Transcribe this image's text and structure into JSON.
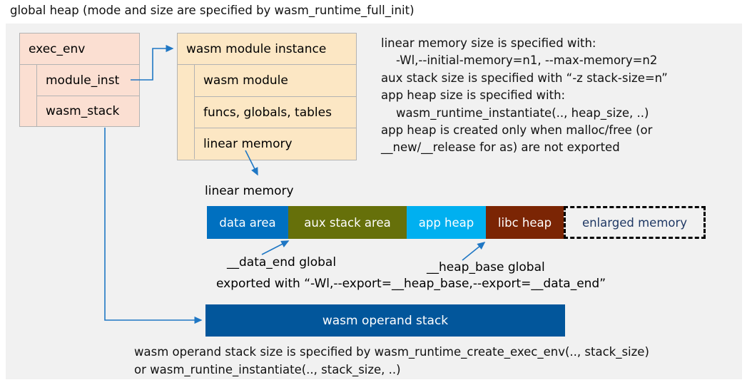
{
  "title": "global heap (mode and size are specified by wasm_runtime_full_init)",
  "colors": {
    "panel_bg": "#f1f1f1",
    "exec_env_fill": "#fbdfd2",
    "module_instance_fill": "#fce7c4",
    "box_border": "#b3b3b3",
    "connector": "#1f77c4",
    "data_area": "#0070c0",
    "aux_stack_area": "#66700a",
    "app_heap": "#00b0f0",
    "libc_heap": "#7b2504",
    "enlarged_memory_text": "#1f3864",
    "operand_stack": "#02569b"
  },
  "exec_env": {
    "header": "exec_env",
    "fields": [
      "module_inst",
      "wasm_stack"
    ]
  },
  "module_instance": {
    "header": "wasm module instance",
    "fields": [
      "wasm module",
      "funcs, globals, tables",
      "linear memory"
    ]
  },
  "right_note": "linear memory size is specified with:\n    -Wl,--initial-memory=n1, --max-memory=n2\naux stack size is specified with “-z stack-size=n”\napp heap size is specified with:\n    wasm_runtime_instantiate(.., heap_size, ..)\napp heap is created only when malloc/free (or\n__new/__release for as) are not exported",
  "linear_memory": {
    "label": "linear memory",
    "segments": [
      {
        "label": "data area",
        "color": "#0070c0",
        "width": 114
      },
      {
        "label": "aux stack area",
        "color": "#66700a",
        "width": 166
      },
      {
        "label": "app heap",
        "color": "#00b0f0",
        "width": 111
      },
      {
        "label": "libc heap",
        "color": "#7b2504",
        "width": 109
      }
    ],
    "enlarged": {
      "label": "enlarged memory",
      "width": 199
    }
  },
  "callouts": {
    "data_end": "__data_end global",
    "heap_base": "__heap_base global",
    "exported": "exported with “-Wl,--export=__heap_base,--export=__data_end”"
  },
  "operand_stack": {
    "label": "wasm operand stack"
  },
  "bottom_note": "wasm operand stack size is specified by wasm_runtime_create_exec_env(.., stack_size)\nor wasm_runtine_instantiate(.., stack_size, ..)"
}
